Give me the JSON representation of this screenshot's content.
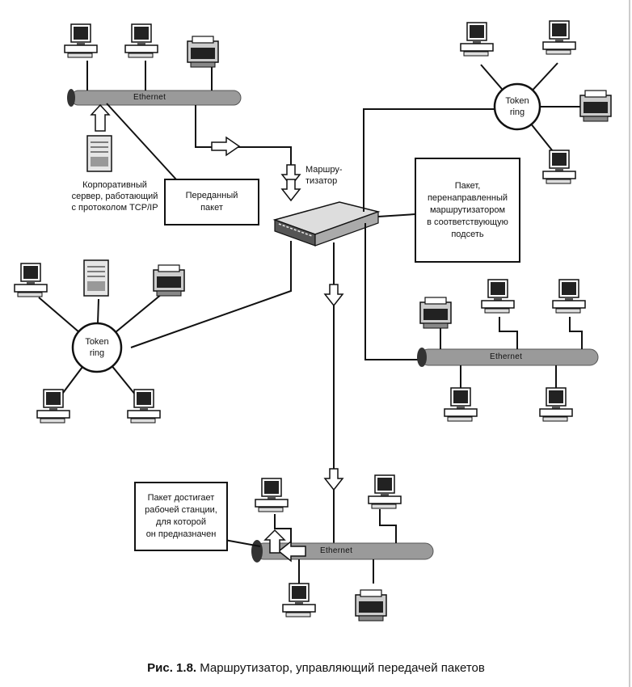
{
  "labels": {
    "router": "Маршру-\nтизатор",
    "corp_server": "Корпоративный\nсервер, работающий\nс протоколом TCP/IP",
    "transmitted_packet": "Переданный\nпакет",
    "redirected_packet": "Пакет,\nперенаправленный\nмаршрутизатором\nв соответствующую\nподсеть",
    "packet_arrives": "Пакет достигает\nрабочей станции,\nдля которой\nон предназначен",
    "token_ring_top": "Token\nring",
    "token_ring_left": "Token\nring",
    "ethernet_top": "Ethernet",
    "ethernet_right": "Ethernet",
    "ethernet_bottom": "Ethernet"
  },
  "caption": {
    "prefix": "Рис. 1.8.",
    "text": " Маршрутизатор, управляющий передачей пакетов"
  },
  "colors": {
    "line": "#111111",
    "cable_fill": "#9a9a9a",
    "device_dark": "#222222",
    "device_light": "#d8d8d8"
  }
}
